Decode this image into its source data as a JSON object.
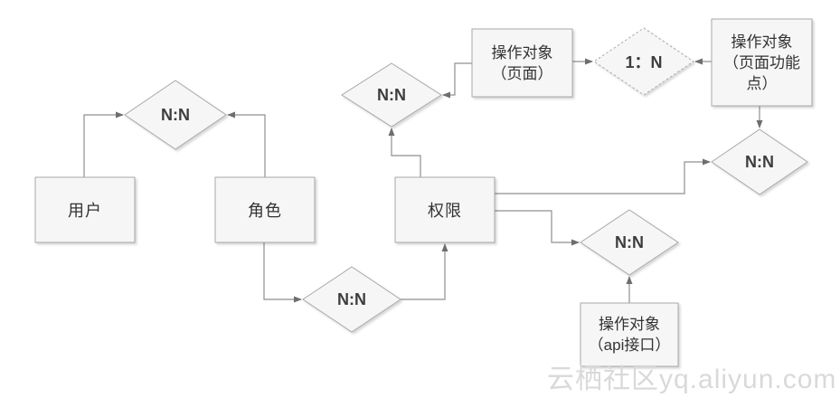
{
  "diagram": {
    "entities": {
      "user": "用户",
      "role": "角色",
      "permission": "权限",
      "page_object": "操作对象\n（页面）",
      "page_feature_object": "操作对象\n（页面功能\n点）",
      "api_object": "操作对象\n（api接口）"
    },
    "relations": {
      "user_role": "N:N",
      "role_permission": "N:N",
      "permission_page": "N:N",
      "page_page_feature": "1：N",
      "permission_page_feature": "N:N",
      "permission_api": "N:N"
    },
    "watermark": "云栖社区yq.aliyun.com",
    "colors": {
      "shape_fill": "#f6f6f6",
      "shape_border": "#a8a8a8",
      "connector": "#8f8f8f",
      "arrowhead": "#6e6e6e",
      "text": "#333333",
      "watermark": "#d9d9d9"
    }
  }
}
